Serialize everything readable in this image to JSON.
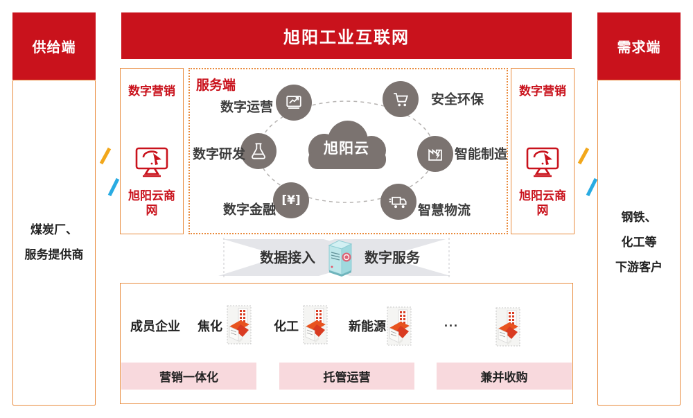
{
  "colors": {
    "red": "#c9121c",
    "orange": "#e98a3c",
    "pink": "#f8d9dd",
    "circle_gray": "#7b7370",
    "band_gray": "#e4e5e9"
  },
  "left_column": {
    "header": "供给端",
    "line1": "煤炭厂、",
    "line2": "服务提供商"
  },
  "right_column": {
    "header": "需求端",
    "line1": "钢铁、",
    "line2": "化工等",
    "line3": "下游客户"
  },
  "banner": {
    "title": "旭阳工业互联网"
  },
  "marketing_left": {
    "title": "数字营销",
    "site": "旭阳云商网"
  },
  "marketing_right": {
    "title": "数字营销",
    "site": "旭阳云商网"
  },
  "services": {
    "label": "服务端",
    "cloud_label": "旭阳云",
    "yen_glyph": "[¥]",
    "items": [
      {
        "label": "数字运营",
        "icon": "chart-board-icon"
      },
      {
        "label": "数字研发",
        "icon": "flask-icon"
      },
      {
        "label": "数字金融",
        "icon": "yen-icon"
      },
      {
        "label": "安全环保",
        "icon": "cart-icon"
      },
      {
        "label": "智能制造",
        "icon": "factory-icon"
      },
      {
        "label": "智慧物流",
        "icon": "truck-icon"
      }
    ]
  },
  "funnel": {
    "left_label": "数据接入",
    "right_label": "数字服务"
  },
  "members": {
    "title": "成员企业",
    "categories": [
      "焦化",
      "化工",
      "新能源",
      "..."
    ]
  },
  "service_bars": [
    "营销一体化",
    "托管运营",
    "兼并收购"
  ]
}
